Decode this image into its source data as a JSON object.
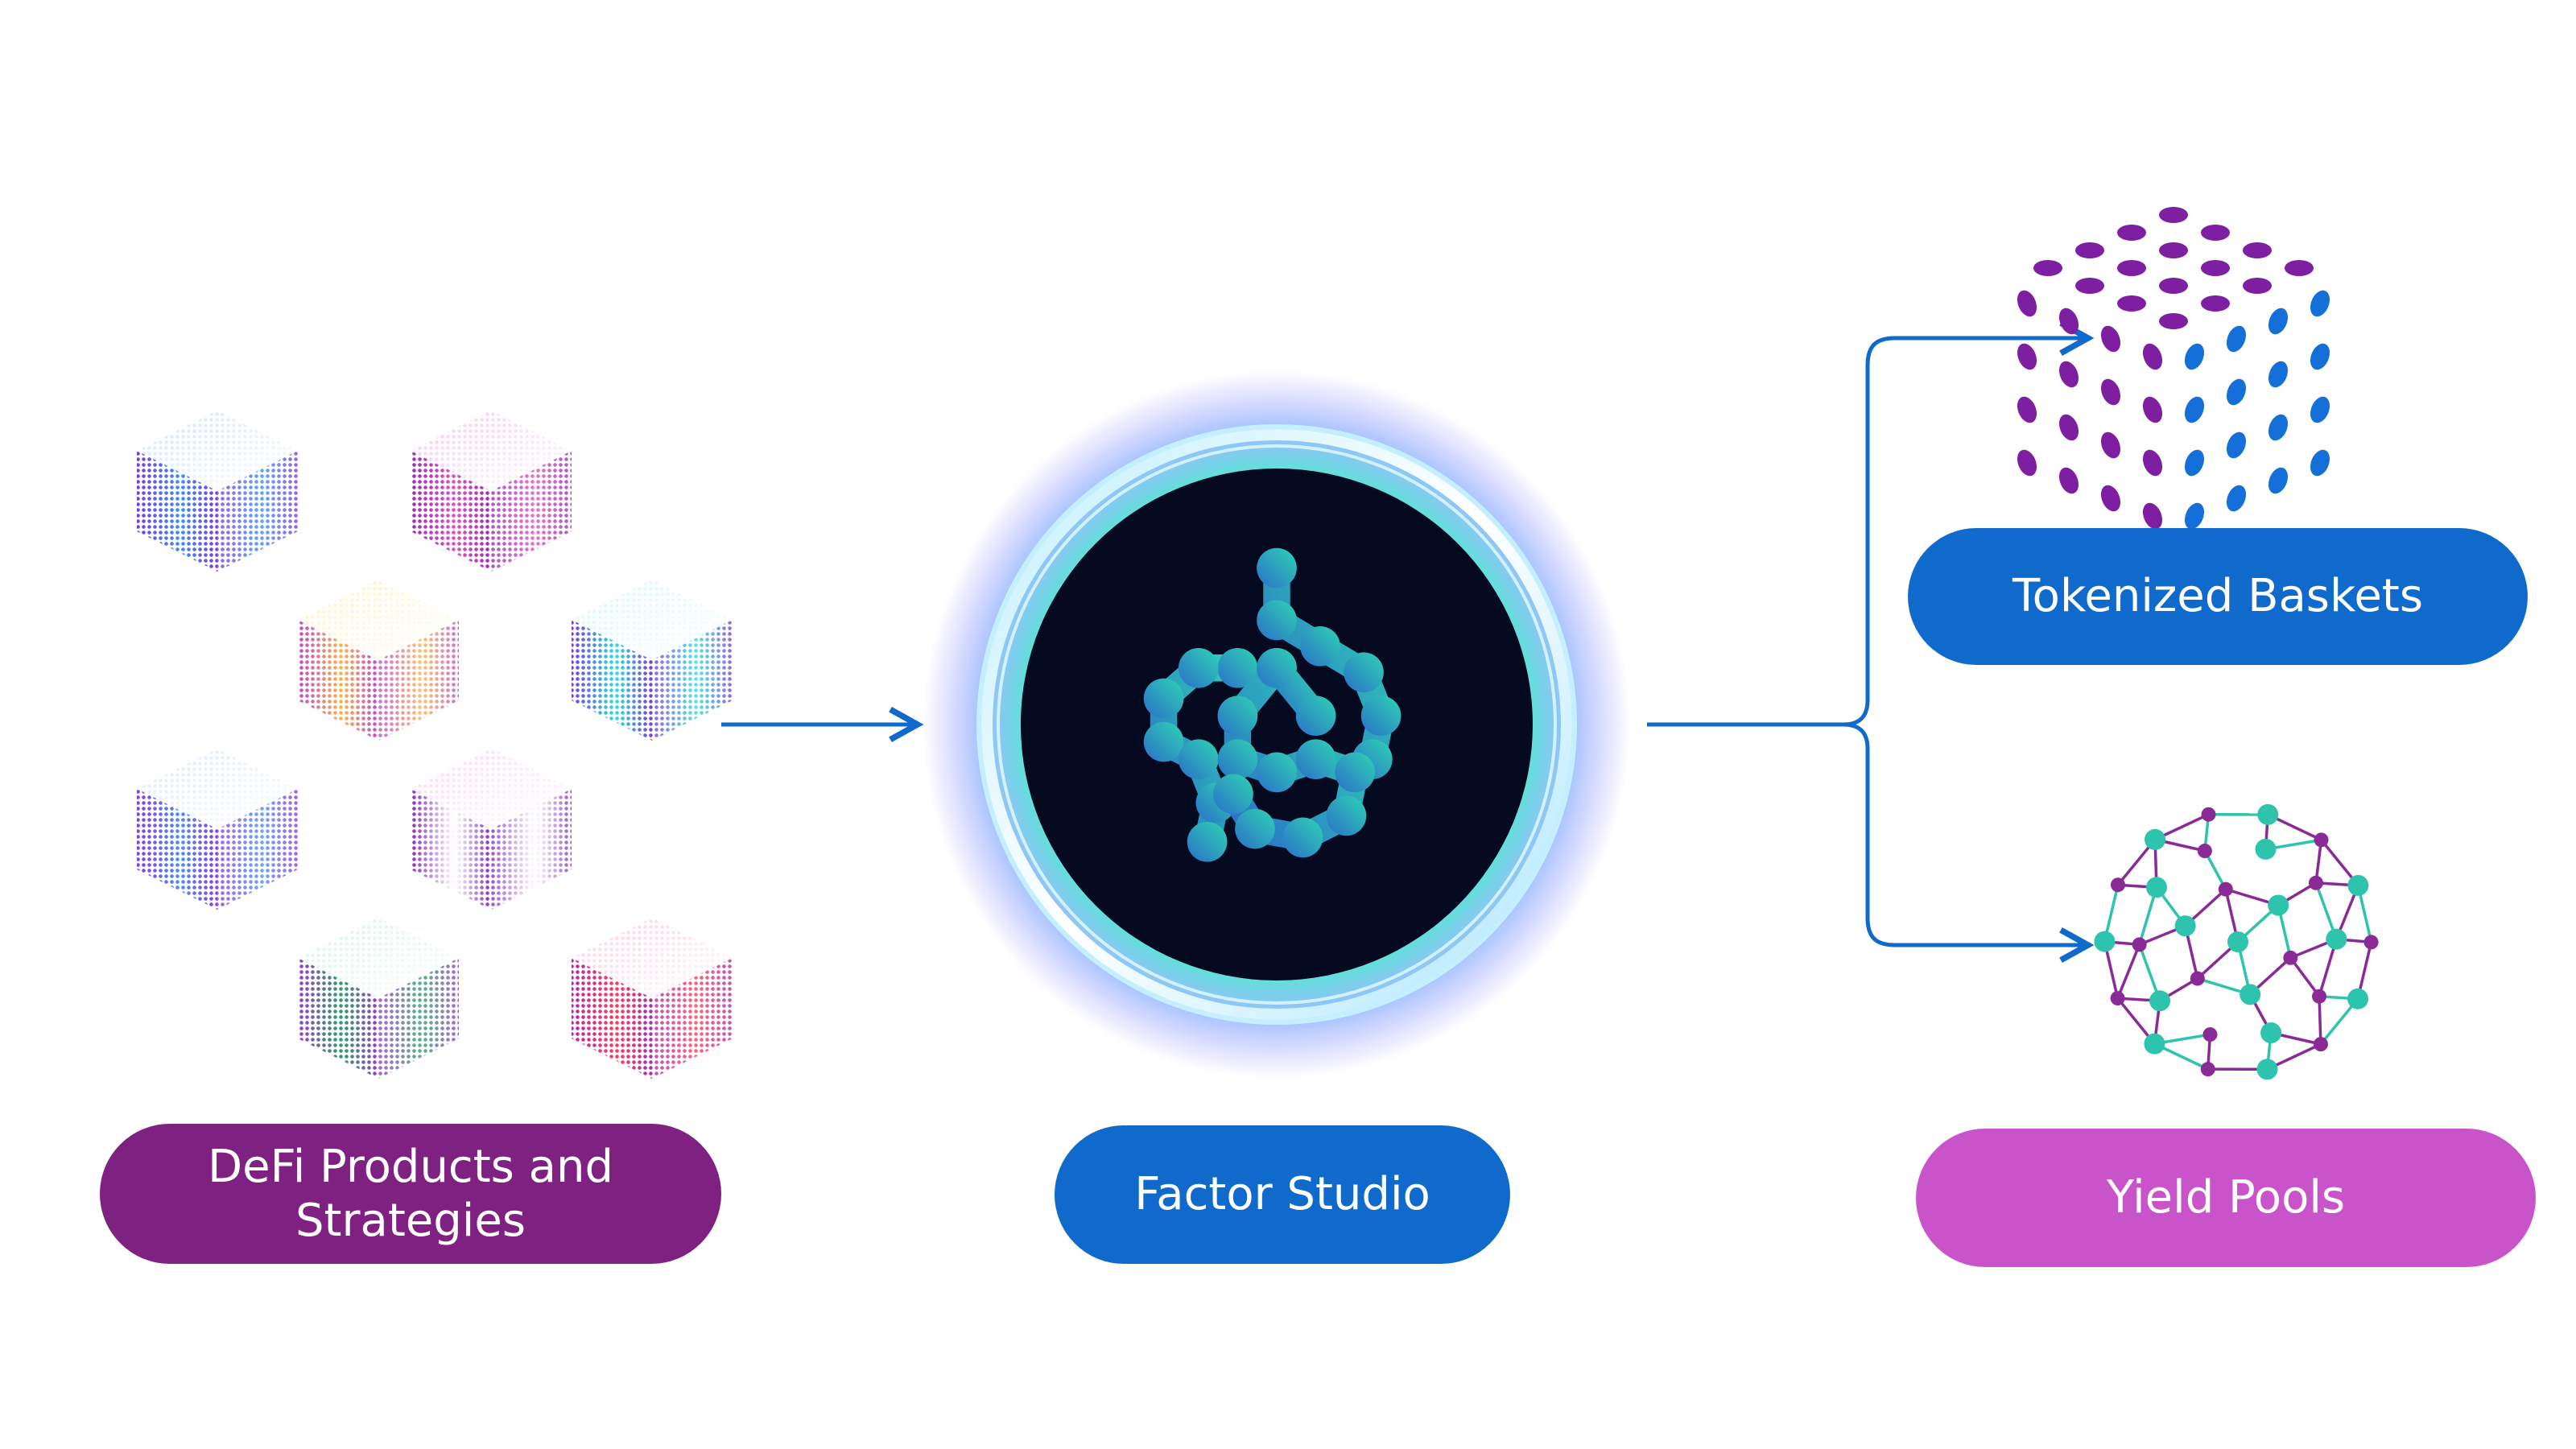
{
  "colors": {
    "purple_pill": "#7e2180",
    "blue_pill": "#0f6acc",
    "pink_pill": "#c954c9",
    "arrow": "#0f6acc",
    "logo_bg": "#050a20",
    "dot_purple": "#7d1fa0",
    "dot_blue": "#1470d8",
    "node_teal": "#2ec3ad",
    "node_purple": "#8a2a96"
  },
  "icons": {
    "cubes": "gradient-dotted-cubes-icon",
    "logo": "factor-network-logo-icon",
    "basket": "dotted-cube-icon",
    "pool": "network-sphere-icon"
  },
  "labels": {
    "defi_line1": "DeFi Products and",
    "defi_line2": "Strategies",
    "factor": "Factor Studio",
    "baskets": "Tokenized Baskets",
    "yield": "Yield Pools"
  }
}
